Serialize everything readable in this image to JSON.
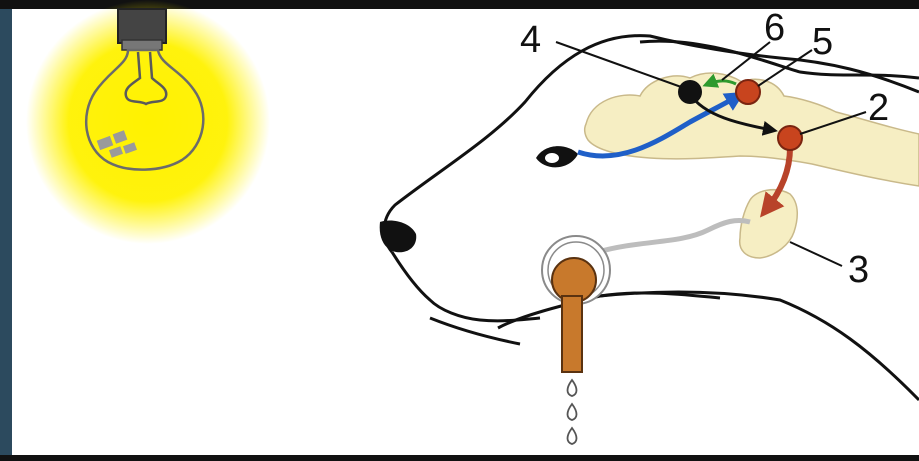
{
  "colors": {
    "frame": "#2c4a5e",
    "bulb_glow": "#fff200",
    "brain": "#f6eec3",
    "brain_outline": "#c9b98a",
    "visual_pathway": "#1f5fc8",
    "nerve_center_red": "#c8441e",
    "salivary_path": "#b8432a",
    "salivary_gland": "#f6eec3",
    "saliva_tube": "#c8792c",
    "outline": "#111111",
    "temporary_link": "#2e9a2e"
  },
  "icons": [
    "light-bulb-icon",
    "dog-head-outline",
    "eye-icon",
    "nose-icon",
    "salivary-fistula-tube-icon",
    "saliva-drops-icon"
  ],
  "labels": {
    "n4": "4",
    "n6": "6",
    "n5": "5",
    "n2": "2",
    "n3": "3"
  }
}
